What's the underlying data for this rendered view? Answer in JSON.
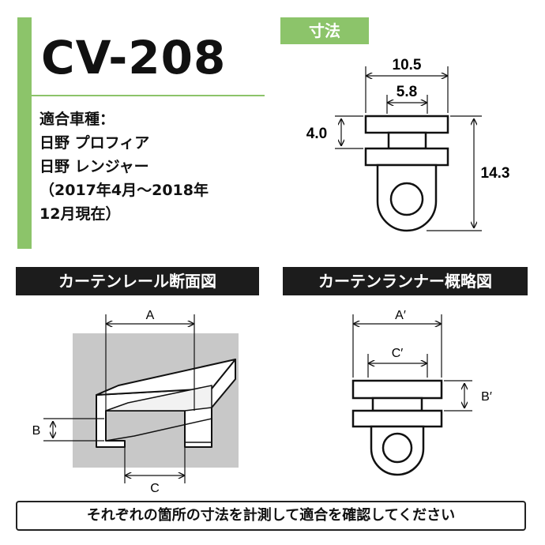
{
  "product": {
    "model": "CV-208",
    "fit_label": "適合車種：",
    "fit_lines": [
      "日野 プロフィア",
      "日野 レンジャー",
      "（2017年4月～2018年",
      "12月現在）"
    ]
  },
  "dimensions_tag": "寸法",
  "dimensions": {
    "outer_width": "10.5",
    "inner_width": "5.8",
    "gap_height": "4.0",
    "total_height": "14.3"
  },
  "rail_section": {
    "title": "カーテンレール断面図",
    "label_a": "A",
    "label_b": "B",
    "label_c": "C"
  },
  "runner_overview": {
    "title": "カーテンランナー概略図",
    "label_a": "A′",
    "label_b": "B′",
    "label_c": "C′"
  },
  "footer_note": "それぞれの箇所の寸法を計測して適合を確認してください",
  "colors": {
    "accent_green": "#8cc46a",
    "header_dark": "#1c1c1c",
    "rail_gray": "#c8c8c8"
  }
}
